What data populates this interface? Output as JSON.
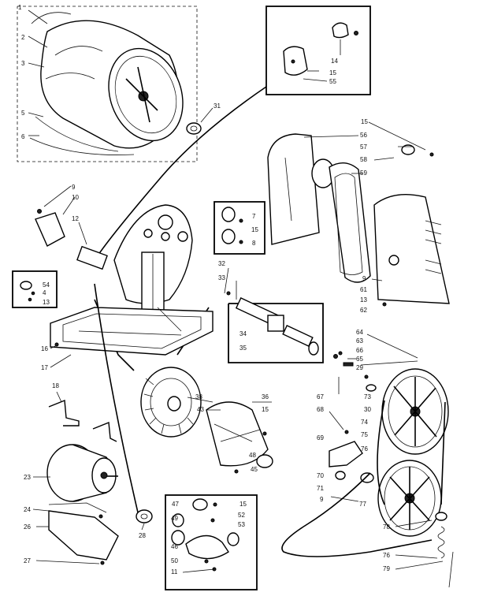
{
  "labels": {
    "l1": "1",
    "l2": "2",
    "l3": "3",
    "l5": "5",
    "l6": "6",
    "l9": "9",
    "l10": "10",
    "l12": "12",
    "l31": "31",
    "l14": "14",
    "l15a": "15",
    "l55": "55",
    "l15b": "15",
    "l56": "56",
    "l57": "57",
    "l58": "58",
    "l59": "59",
    "l7": "7",
    "l15c": "15",
    "l8": "8",
    "l54": "54",
    "l4": "4",
    "l13a": "13",
    "l32": "32",
    "l33": "33",
    "l34": "34",
    "l35": "35",
    "l9b": "9",
    "l61": "61",
    "l13b": "13",
    "l62": "62",
    "l64": "64",
    "l63": "63",
    "l66": "66",
    "l65": "65",
    "l29": "29",
    "l16": "16",
    "l17": "17",
    "l67": "67",
    "l73": "73",
    "l30": "30",
    "l18": "18",
    "l38": "38",
    "l36": "36",
    "l43": "43",
    "l15d": "15",
    "l48": "48",
    "l45": "45",
    "l68": "68",
    "l74": "74",
    "l69": "69",
    "l75": "75",
    "l76": "76",
    "l70": "70",
    "l71": "71",
    "l9c": "9",
    "l77": "77",
    "l23": "23",
    "l24": "24",
    "l26": "26",
    "l28": "28",
    "l27": "27",
    "l47": "47",
    "l15e": "15",
    "l52": "52",
    "l49": "49",
    "l53": "53",
    "l46": "46",
    "l50": "50",
    "l11": "11",
    "l78": "78",
    "l79": "79",
    "l76b": "76"
  }
}
